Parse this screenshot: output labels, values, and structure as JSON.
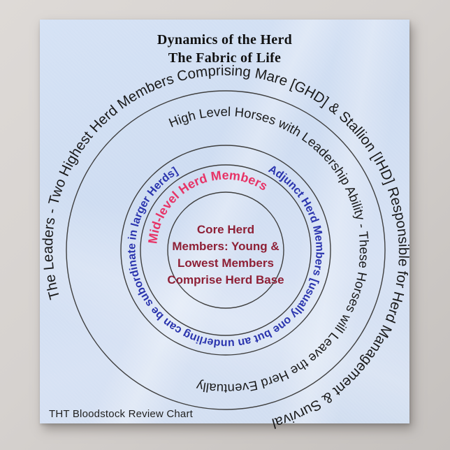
{
  "colors": {
    "wall": "#d6d2cf",
    "poster_bg": "#cfdcf0",
    "circle_stroke": "#3f3f3f",
    "ring_black": "#1a1a1a",
    "ring_blue": "#2b35ae",
    "ring_pink": "#e73467",
    "core_red": "#8e2036"
  },
  "title": {
    "line1": "Dynamics of the Herd",
    "line2": "The Fabric of Life"
  },
  "footer": {
    "text": "THT Bloodstock Review Chart"
  },
  "diagram": {
    "type": "concentric-rings",
    "rings": [
      {
        "id": "leaders",
        "level": 1,
        "text": "The Leaders - Two Highest Herd Members Comprising Mare [GHD] & Stallion [IHD] Responsible for Herd Management & Survival",
        "color": "#1a1a1a"
      },
      {
        "id": "high-level",
        "level": 2,
        "text": "High Level Horses with Leadership Ability - These Horses will Leave the Herd Eventually",
        "color": "#1a1a1a"
      },
      {
        "id": "adjunct",
        "level": 3,
        "text": "Adjunct Herd Members [usually one but an underling can be subordinate in larger Herds]",
        "color": "#2b35ae"
      },
      {
        "id": "mid-level",
        "level": 4,
        "text": "Mid-level Herd Members",
        "color": "#e73467"
      }
    ],
    "core": {
      "lines": [
        "Core Herd",
        "Members: Young &",
        "Lowest Members",
        "Comprise Herd Base"
      ],
      "color": "#8e2036"
    }
  }
}
